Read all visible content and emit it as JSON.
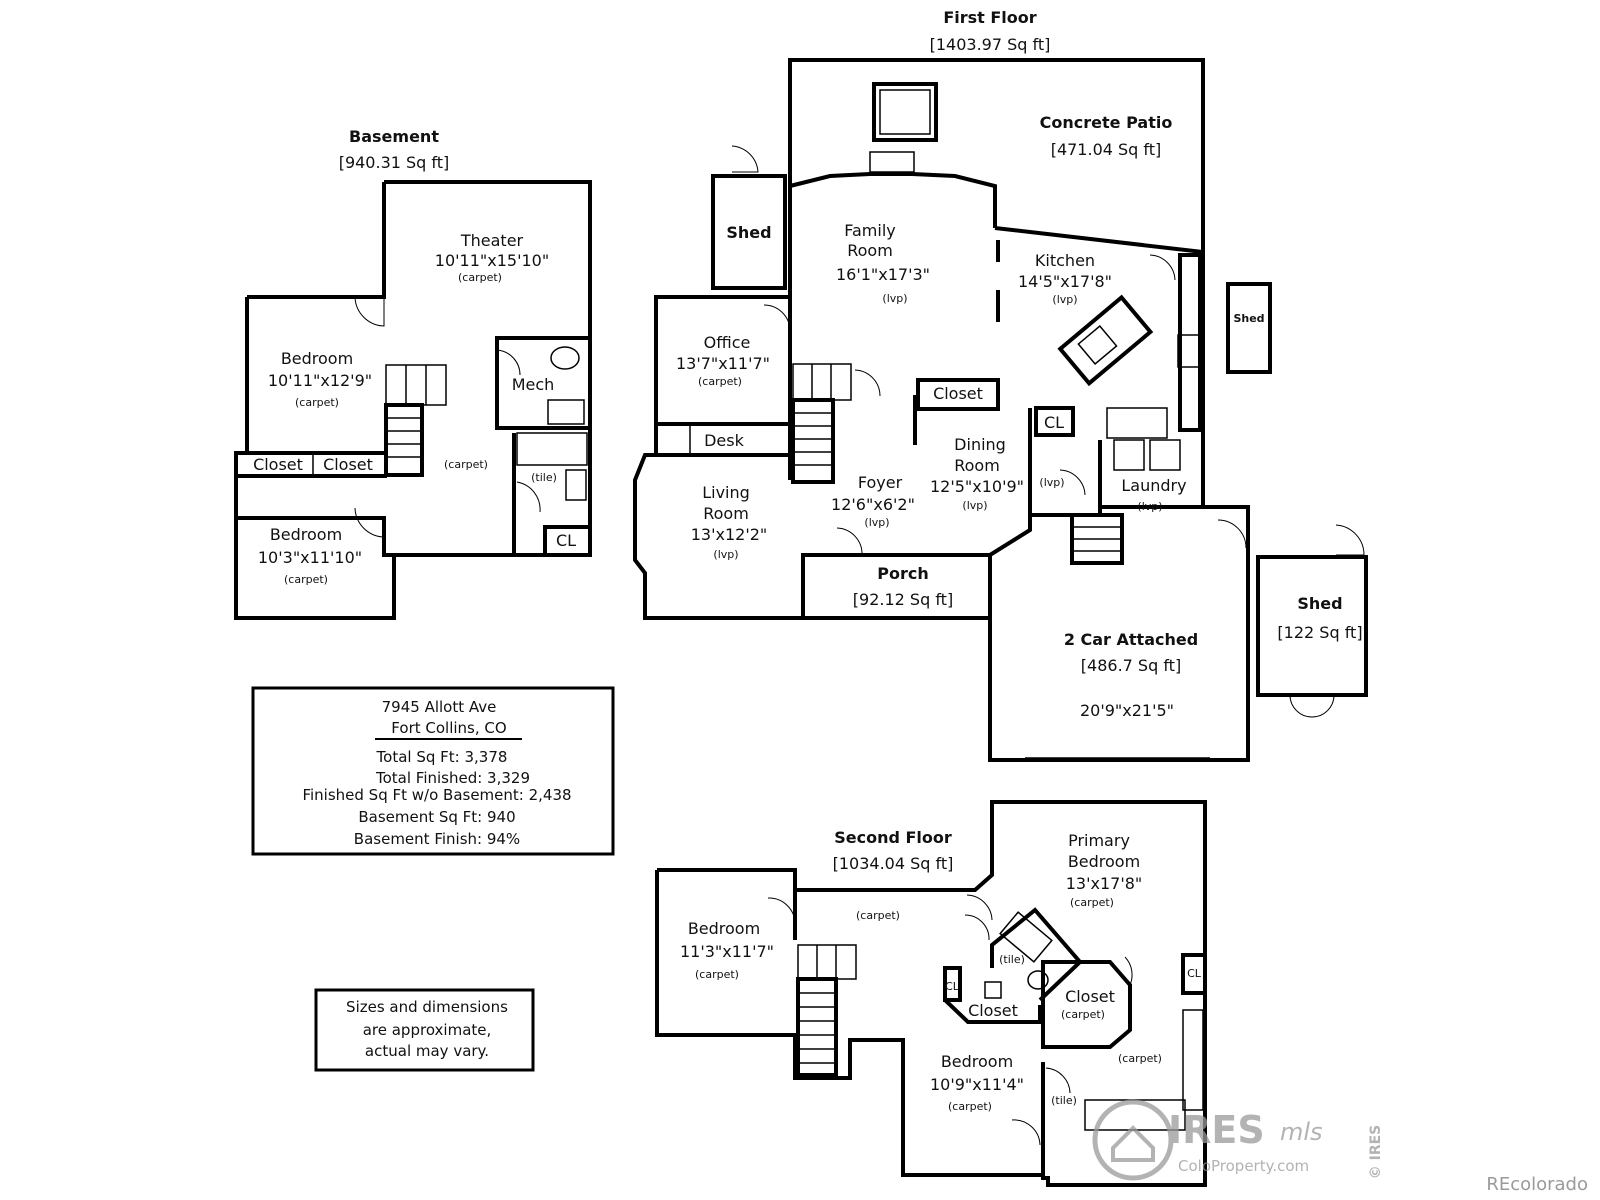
{
  "floors": {
    "basement": {
      "title": "Basement",
      "area": "[940.31 Sq ft]"
    },
    "first": {
      "title": "First Floor",
      "area": "[1403.97 Sq ft]"
    },
    "second": {
      "title": "Second Floor",
      "area": "[1034.04 Sq ft]"
    }
  },
  "basement_rooms": {
    "theater": {
      "name": "Theater",
      "dim": "10'11\"x15'10\"",
      "floor": "(carpet)"
    },
    "bedroom1": {
      "name": "Bedroom",
      "dim": "10'11\"x12'9\"",
      "floor": "(carpet)"
    },
    "bedroom2": {
      "name": "Bedroom",
      "dim": "10'3\"x11'10\"",
      "floor": "(carpet)"
    },
    "mech": {
      "name": "Mech"
    },
    "closet1": {
      "name": "Closet"
    },
    "closet2": {
      "name": "Closet"
    },
    "hall_floor": "(carpet)",
    "bath_floor": "(tile)",
    "cl": "CL"
  },
  "first_rooms": {
    "patio": {
      "name": "Concrete Patio",
      "area": "[471.04 Sq ft]"
    },
    "shed_left": {
      "name": "Shed"
    },
    "shed_small": {
      "name": "Shed"
    },
    "shed_right": {
      "name": "Shed",
      "area": "[122 Sq ft]"
    },
    "family": {
      "name_1": "Family",
      "name_2": "Room",
      "dim": "16'1\"x17'3\"",
      "floor": "(lvp)"
    },
    "kitchen": {
      "name": "Kitchen",
      "dim": "14'5\"x17'8\"",
      "floor": "(lvp)"
    },
    "office": {
      "name": "Office",
      "dim": "13'7\"x11'7\"",
      "floor": "(carpet)"
    },
    "desk": {
      "name": "Desk"
    },
    "closet": {
      "name": "Closet"
    },
    "cl": "CL",
    "dining": {
      "name_1": "Dining",
      "name_2": "Room",
      "dim": "12'5\"x10'9\"",
      "floor": "(lvp)"
    },
    "living": {
      "name_1": "Living",
      "name_2": "Room",
      "dim": "13'x12'2\"",
      "floor": "(lvp)"
    },
    "foyer": {
      "name": "Foyer",
      "dim": "12'6\"x6'2\"",
      "floor": "(lvp)"
    },
    "laundry": {
      "name": "Laundry",
      "floor": "(lvp)"
    },
    "powder_floor": "(lvp)",
    "porch": {
      "name": "Porch",
      "area": "[92.12 Sq ft]"
    },
    "garage": {
      "name": "2 Car Attached",
      "area": "[486.7 Sq ft]",
      "dim": "20'9\"x21'5\""
    }
  },
  "second_rooms": {
    "bedroom_left": {
      "name": "Bedroom",
      "dim": "11'3\"x11'7\"",
      "floor": "(carpet)"
    },
    "hall_floor": "(carpet)",
    "primary": {
      "name_1": "Primary",
      "name_2": "Bedroom",
      "dim": "13'x17'8\"",
      "floor": "(carpet)"
    },
    "bath_floor": "(tile)",
    "cl_left": "CL",
    "cl_right": "CL",
    "closet_small": {
      "name": "Closet"
    },
    "closet_walk": {
      "name": "Closet",
      "floor": "(carpet)"
    },
    "walk_floor": "(carpet)",
    "bedroom_bottom": {
      "name": "Bedroom",
      "dim": "10'9\"x11'4\"",
      "floor": "(carpet)"
    },
    "bath2_floor": "(tile)"
  },
  "info_box": {
    "street": "7945 Allott Ave",
    "city": "Fort Collins, CO",
    "total": "Total Sq Ft: 3,378",
    "finished": "Total Finished: 3,329",
    "finished_wo": "Finished Sq Ft w/o Basement: 2,438",
    "basement_sqft": "Basement Sq Ft: 940",
    "basement_finish": "Basement Finish: 94%"
  },
  "disclaimer": {
    "line1": "Sizes and dimensions",
    "line2": "are approximate,",
    "line3": "actual may vary."
  },
  "watermark": {
    "brand": "IRES",
    "mls": "mls",
    "site": "ColoProperty.com",
    "side": "© IRES",
    "corner": "REcolorado"
  }
}
